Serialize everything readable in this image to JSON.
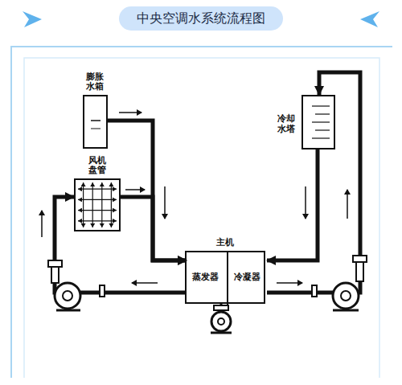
{
  "diagram": {
    "title": "中央空调水系统流程图",
    "nodes": [
      {
        "text": [
          "膨胀 水箱"
        ]
      },
      {
        "text": [
          "冷却 水塔"
        ]
      },
      {
        "text": [
          "风机 盘管"
        ]
      },
      {
        "text": [
          "主机"
        ]
      },
      {
        "text": [
          "蒸发器"
        ],
        "in": 3
      },
      {
        "text": [
          "冷凝器"
        ],
        "in": 3
      }
    ],
    "edges": [
      {
        "from": 0,
        "to": 4,
        "arrow": "to"
      },
      {
        "from": 2,
        "to": 4,
        "arrow": "to"
      },
      {
        "from": 4,
        "to": 2,
        "arrow": "to"
      },
      {
        "from": 5,
        "to": 1,
        "arrow": "to"
      },
      {
        "from": 1,
        "to": 5,
        "arrow": "to"
      }
    ]
  }
}
